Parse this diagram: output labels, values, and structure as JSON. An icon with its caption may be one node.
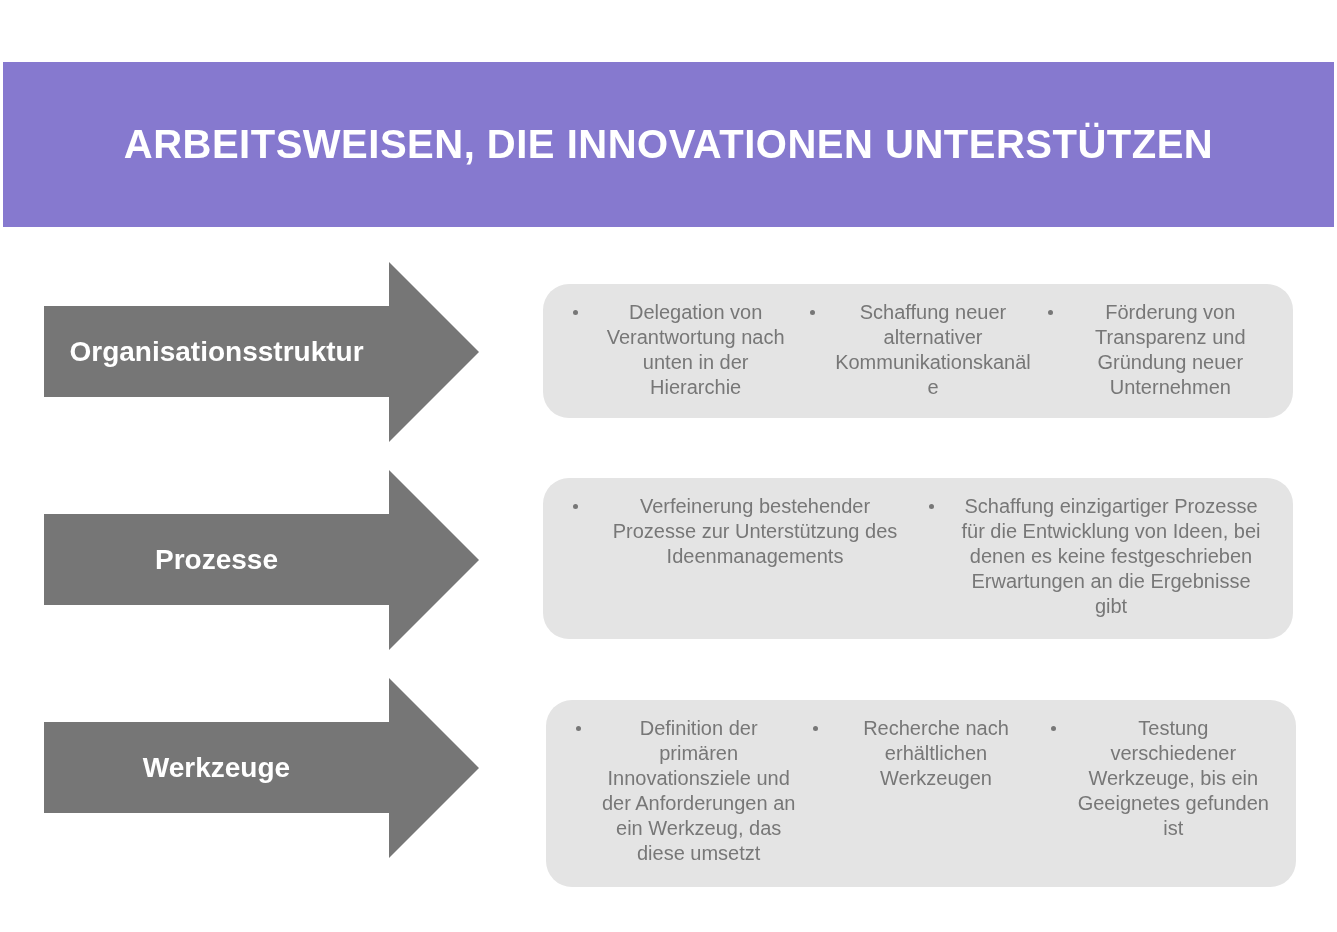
{
  "diagram": {
    "title": "ARBEITSWEISEN, DIE INNOVATIONEN UNTERSTÜTZEN",
    "nodes": [
      {
        "text": [
          "Organisationsstruktur"
        ]
      },
      {
        "text": [
          "Delegation von Verantwortung nach unten in der Hierarchie",
          "Schaffung neuer alternativer Kommunikationskanäle",
          "Förderung von Transparenz und Gründung neuer Unternehmen"
        ]
      },
      {
        "text": [
          "Prozesse"
        ]
      },
      {
        "text": [
          "Verfeinerung bestehender Prozesse zur Unterstützung des Ideenmanagements",
          "Schaffung einzigartiger Prozesse für die Entwicklung von Ideen, bei denen es keine festgeschrieben Erwartungen an die Ergebnisse gibt"
        ]
      },
      {
        "text": [
          "Werkzeuge"
        ]
      },
      {
        "text": [
          "Definition der primären Innovationsziele und der Anforderungen an ein Werkzeug, das diese umsetzt",
          "Recherche nach erhältlichen Werkzeugen",
          "Testung verschiedener Werkzeuge, bis ein Geeignetes gefunden ist"
        ]
      }
    ]
  }
}
